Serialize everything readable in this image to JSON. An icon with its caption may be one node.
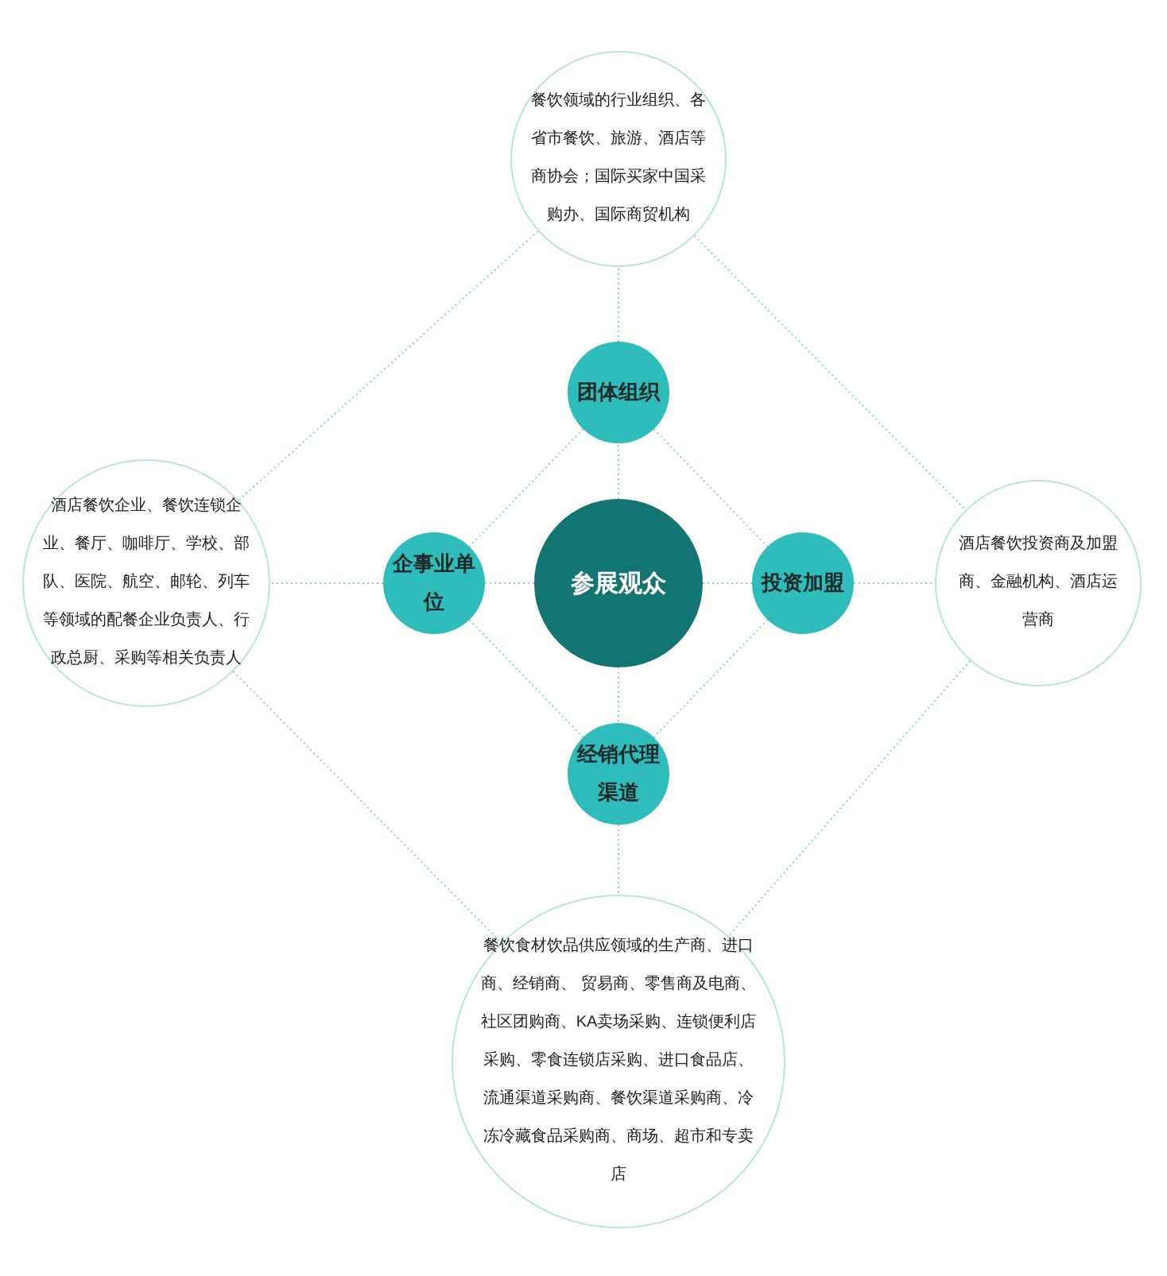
{
  "diagram": {
    "nodes": [
      {
        "text": [
          "参展观众"
        ]
      },
      {
        "text": [
          "团体组织"
        ]
      },
      {
        "text": [
          "企事业单位"
        ]
      },
      {
        "text": [
          "投资加盟"
        ]
      },
      {
        "text": [
          "经销代理渠道"
        ]
      },
      {
        "text": [
          "餐饮领域的行业组织、各省市餐饮、旅游、酒店等商协会；国际买家中国采购办、国际商贸机构"
        ]
      },
      {
        "text": [
          "酒店餐饮企业、餐饮连锁企业、餐厅、咖啡厅、学校、部队、医院、航空、邮轮、列车等领域的配餐企业负责人、行政总厨、采购等相关负责人"
        ]
      },
      {
        "text": [
          "酒店餐饮投资商及加盟商、金融机构、酒店运营商"
        ]
      },
      {
        "text": [
          "餐饮食材饮品供应领域的生产商、进口商、经销商、 贸易商、零售商及电商、社区团购商、KA卖场采购、连锁便利店采购、零食连锁店采购、进口食品店、流通渠道采购商、餐饮渠道采购商、冷冻冷藏食品采购商、商场、超市和专卖店"
        ]
      }
    ],
    "edges": [
      {
        "from": 0,
        "to": 1,
        "arrow": "none"
      },
      {
        "from": 0,
        "to": 2,
        "arrow": "none"
      },
      {
        "from": 0,
        "to": 3,
        "arrow": "none"
      },
      {
        "from": 0,
        "to": 4,
        "arrow": "none"
      },
      {
        "from": 1,
        "to": 2,
        "arrow": "none"
      },
      {
        "from": 1,
        "to": 3,
        "arrow": "none"
      },
      {
        "from": 2,
        "to": 4,
        "arrow": "none"
      },
      {
        "from": 3,
        "to": 4,
        "arrow": "none"
      },
      {
        "from": 1,
        "to": 5,
        "arrow": "none"
      },
      {
        "from": 2,
        "to": 6,
        "arrow": "none"
      },
      {
        "from": 3,
        "to": 7,
        "arrow": "none"
      },
      {
        "from": 4,
        "to": 8,
        "arrow": "none"
      },
      {
        "from": 5,
        "to": 6,
        "arrow": "none"
      },
      {
        "from": 5,
        "to": 7,
        "arrow": "none"
      },
      {
        "from": 6,
        "to": 8,
        "arrow": "none"
      },
      {
        "from": 7,
        "to": 8,
        "arrow": "none"
      }
    ]
  }
}
